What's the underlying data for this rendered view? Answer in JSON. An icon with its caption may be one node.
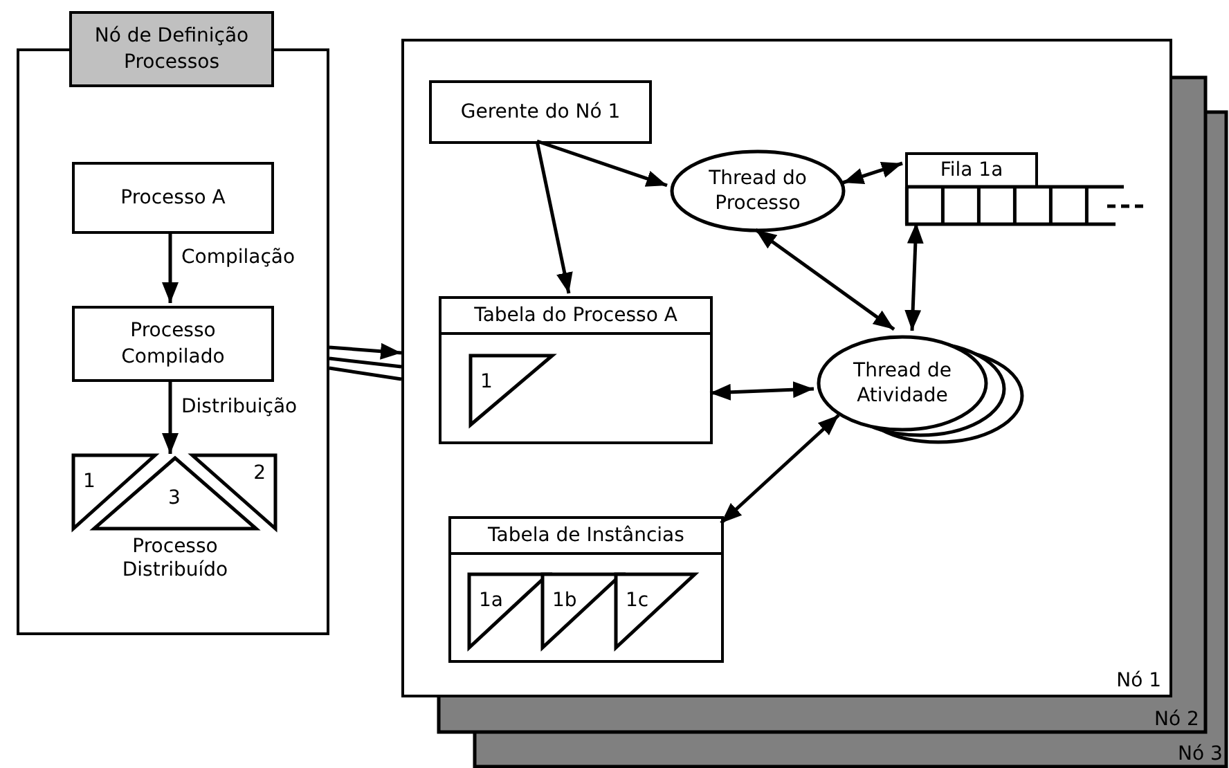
{
  "diagram": {
    "nodes": [
      {
        "text": [
          "Nó de Definição Processos"
        ]
      },
      {
        "text": [
          "Processo A"
        ],
        "in": 0
      },
      {
        "text": [
          "Processo Compilado"
        ],
        "in": 0
      },
      {
        "text": [
          "1"
        ],
        "in": 0
      },
      {
        "text": [
          "3"
        ],
        "in": 0,
        "beside": [
          "Processo Distribuído"
        ]
      },
      {
        "text": [
          "2"
        ],
        "in": 0
      },
      {
        "text": [
          "Nó 1"
        ]
      },
      {
        "text": [
          "Gerente do Nó 1"
        ],
        "in": 6
      },
      {
        "text": [
          "Thread do Processo"
        ],
        "in": 6
      },
      {
        "text": [
          "Fila 1a"
        ],
        "in": 6
      },
      {
        "text": [
          "Tabela do Processo A"
        ],
        "in": 6
      },
      {
        "text": [
          "1"
        ],
        "in": 10
      },
      {
        "text": [
          "Thread de Atividade"
        ],
        "in": 6
      },
      {
        "text": [
          "Tabela de Instâncias"
        ],
        "in": 6
      },
      {
        "text": [
          "1a"
        ],
        "in": 13
      },
      {
        "text": [
          "1b"
        ],
        "in": 13
      },
      {
        "text": [
          "1c"
        ],
        "in": 13
      }
    ],
    "edges": [
      {
        "from": 1,
        "to": 2,
        "arrow": "to",
        "label": "Compilação"
      },
      {
        "from": 2,
        "to": 4,
        "arrow": "to",
        "label": "Distribuição"
      },
      {
        "from": 0,
        "to": 6,
        "arrow": "to"
      },
      {
        "from": 0,
        "to": 6,
        "arrow": "none"
      },
      {
        "from": 0,
        "to": 6,
        "arrow": "none"
      },
      {
        "from": 7,
        "to": 8,
        "arrow": "to"
      },
      {
        "from": 7,
        "to": 10,
        "arrow": "to"
      },
      {
        "from": 8,
        "to": 9,
        "arrow": "both"
      },
      {
        "from": 8,
        "to": 12,
        "arrow": "both"
      },
      {
        "from": 9,
        "to": 12,
        "arrow": "both"
      },
      {
        "from": 10,
        "to": 12,
        "arrow": "both"
      },
      {
        "from": 12,
        "to": 13,
        "arrow": "both"
      }
    ],
    "labels": [
      "Nó 2",
      "Nó 3"
    ]
  }
}
